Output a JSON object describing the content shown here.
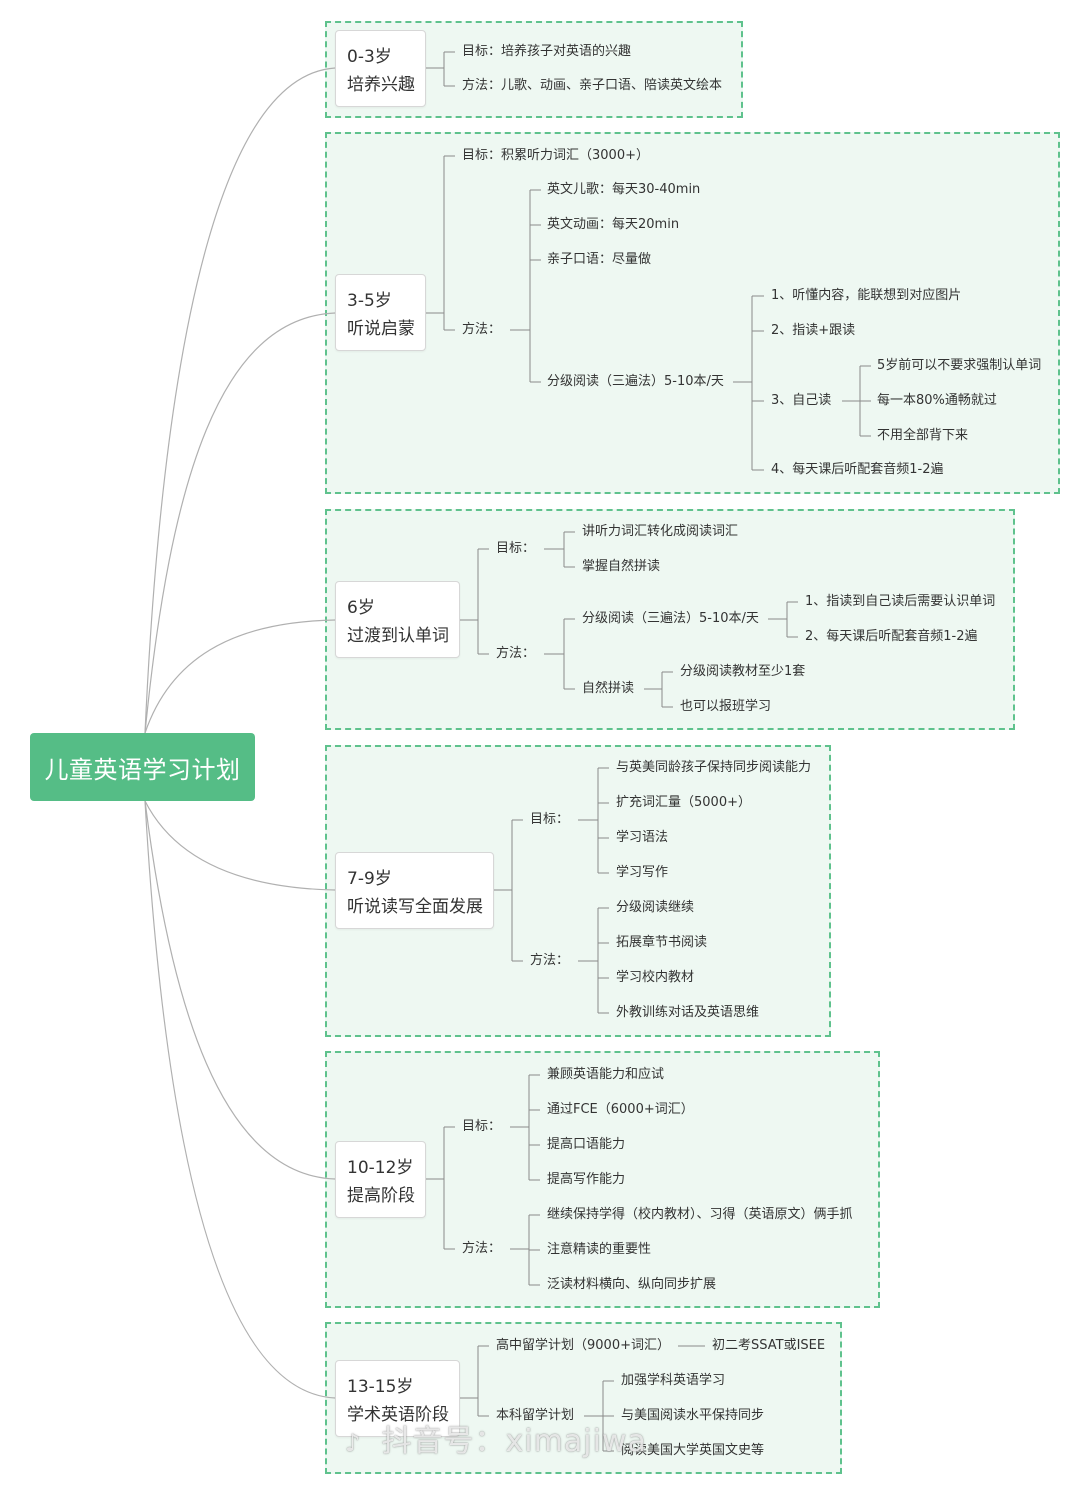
{
  "root": {
    "title": "儿童英语学习计划"
  },
  "stages": {
    "s0": {
      "age": "0-3岁",
      "name": "培养兴趣"
    },
    "s1": {
      "age": "3-5岁",
      "name": "听说启蒙"
    },
    "s2": {
      "age": "6岁",
      "name": "过渡到认单词"
    },
    "s3": {
      "age": "7-9岁",
      "name": "听说读写全面发展"
    },
    "s4": {
      "age": "10-12岁",
      "name": "提高阶段"
    },
    "s5": {
      "age": "13-15岁",
      "name": "学术英语阶段"
    }
  },
  "s0": {
    "goal": "目标：培养孩子对英语的兴趣",
    "method": "方法：儿歌、动画、亲子口语、陪读英文绘本"
  },
  "s1": {
    "goal": "目标：积累听力词汇（3000+）",
    "method": "方法：",
    "m1": "英文儿歌：每天30-40min",
    "m2": "英文动画：每天20min",
    "m3": "亲子口语：尽量做",
    "m4": "分级阅读（三遍法）5-10本/天",
    "r1": "1、听懂内容，能联想到对应图片",
    "r2": "2、指读+跟读",
    "r3": "3、自己读",
    "r4": "4、每天课后听配套音频1-2遍",
    "r3a": "5岁前可以不要求强制认单词",
    "r3b": "每一本80%通畅就过",
    "r3c": "不用全部背下来"
  },
  "s2": {
    "goal": "目标：",
    "g1": "讲听力词汇转化成阅读词汇",
    "g2": "掌握自然拼读",
    "method": "方法：",
    "m1": "分级阅读（三遍法）5-10本/天",
    "m1a": "1、指读到自己读后需要认识单词",
    "m1b": "2、每天课后听配套音频1-2遍",
    "m2": "自然拼读",
    "m2a": "分级阅读教材至少1套",
    "m2b": "也可以报班学习"
  },
  "s3": {
    "goal": "目标：",
    "g1": "与英美同龄孩子保持同步阅读能力",
    "g2": "扩充词汇量（5000+）",
    "g3": "学习语法",
    "g4": "学习写作",
    "method": "方法：",
    "m1": "分级阅读继续",
    "m2": "拓展章节书阅读",
    "m3": "学习校内教材",
    "m4": "外教训练对话及英语思维"
  },
  "s4": {
    "goal": "目标：",
    "g1": "兼顾英语能力和应试",
    "g2": "通过FCE（6000+词汇）",
    "g3": "提高口语能力",
    "g4": "提高写作能力",
    "method": "方法：",
    "m1": "继续保持学得（校内教材）、习得（英语原文）俩手抓",
    "m2": "注意精读的重要性",
    "m3": "泛读材料横向、纵向同步扩展"
  },
  "s5": {
    "hs": "高中留学计划（9000+词汇）",
    "hs1": "初二考SSAT或ISEE",
    "ug": "本科留学计划",
    "ug1": "加强学科英语学习",
    "ug2": "与美国阅读水平保持同步",
    "ug3": "阅读美国大学英国文史等"
  },
  "watermark": {
    "icon": "♪",
    "text": "抖音号：ximajiwa"
  },
  "colors": {
    "accent": "#55bd86",
    "group_border": "#5fc28d",
    "group_fill": "#eef8f2",
    "line": "#8a8a8a"
  }
}
